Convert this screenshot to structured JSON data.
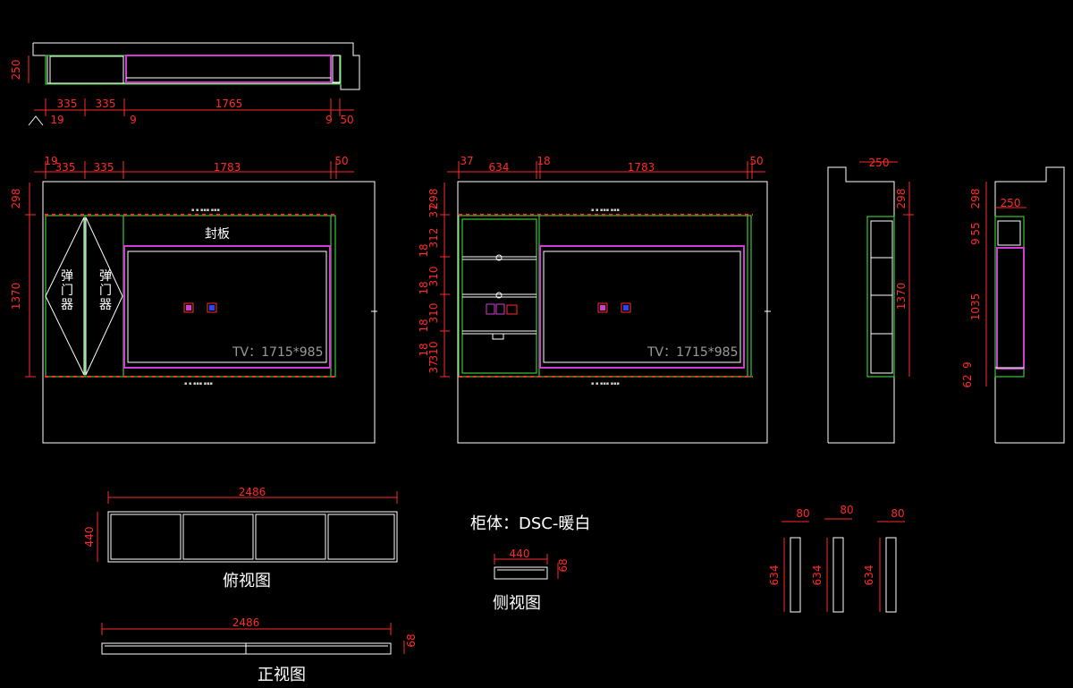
{
  "colors": {
    "background": "#000000",
    "outline": "#ffffff",
    "frame": "#39c839",
    "panel": "#d23cd2",
    "dimension": "#ff2a2a",
    "tv_text": "#9a9a9a"
  },
  "plan_top": {
    "dims": {
      "height": "250",
      "seg1": "335",
      "seg2": "335",
      "seg3": "1765",
      "left_gap": "19",
      "gap_9a": "9",
      "gap_9b": "9",
      "right_50": "50"
    }
  },
  "front_elevation": {
    "dims_top": {
      "d19": "19",
      "d335a": "335",
      "d335b": "335",
      "d1783": "1783",
      "d50": "50"
    },
    "dims_left": {
      "d298": "298",
      "d1370": "1370"
    },
    "labels": {
      "panel": "封板",
      "door_left": "弹门器",
      "door_right": "弹门器",
      "tv": "TV：1715*985"
    }
  },
  "inner_elevation": {
    "dims_top": {
      "d37": "37",
      "d634": "634",
      "d18": "18",
      "d1783": "1783",
      "d50": "50"
    },
    "dims_left": [
      "37",
      "298",
      "18",
      "312",
      "18",
      "310",
      "18",
      "310",
      "18",
      "310",
      "37"
    ],
    "labels": {
      "tv": "TV：1715*985"
    }
  },
  "side_section_a": {
    "dims": {
      "width": "250",
      "top": "298",
      "height": "1370"
    }
  },
  "side_section_b": {
    "dims": {
      "width": "250",
      "top": "298",
      "gap1": "9",
      "d55": "55",
      "d1035": "1035",
      "gap2": "9",
      "d62": "62"
    }
  },
  "cabinet_plan": {
    "dims": {
      "length": "2486",
      "depth": "440"
    },
    "caption": "俯视图"
  },
  "cabinet_front": {
    "dims": {
      "length": "2486",
      "height": "68"
    },
    "caption": "正视图"
  },
  "cabinet_side": {
    "material": "柜体：DSC-暖白",
    "dims": {
      "depth": "440",
      "height": "68"
    },
    "caption": "侧视图"
  },
  "legs": [
    {
      "width": "80",
      "height": "634"
    },
    {
      "width": "80",
      "height": "634"
    },
    {
      "width": "80",
      "height": "634"
    }
  ]
}
